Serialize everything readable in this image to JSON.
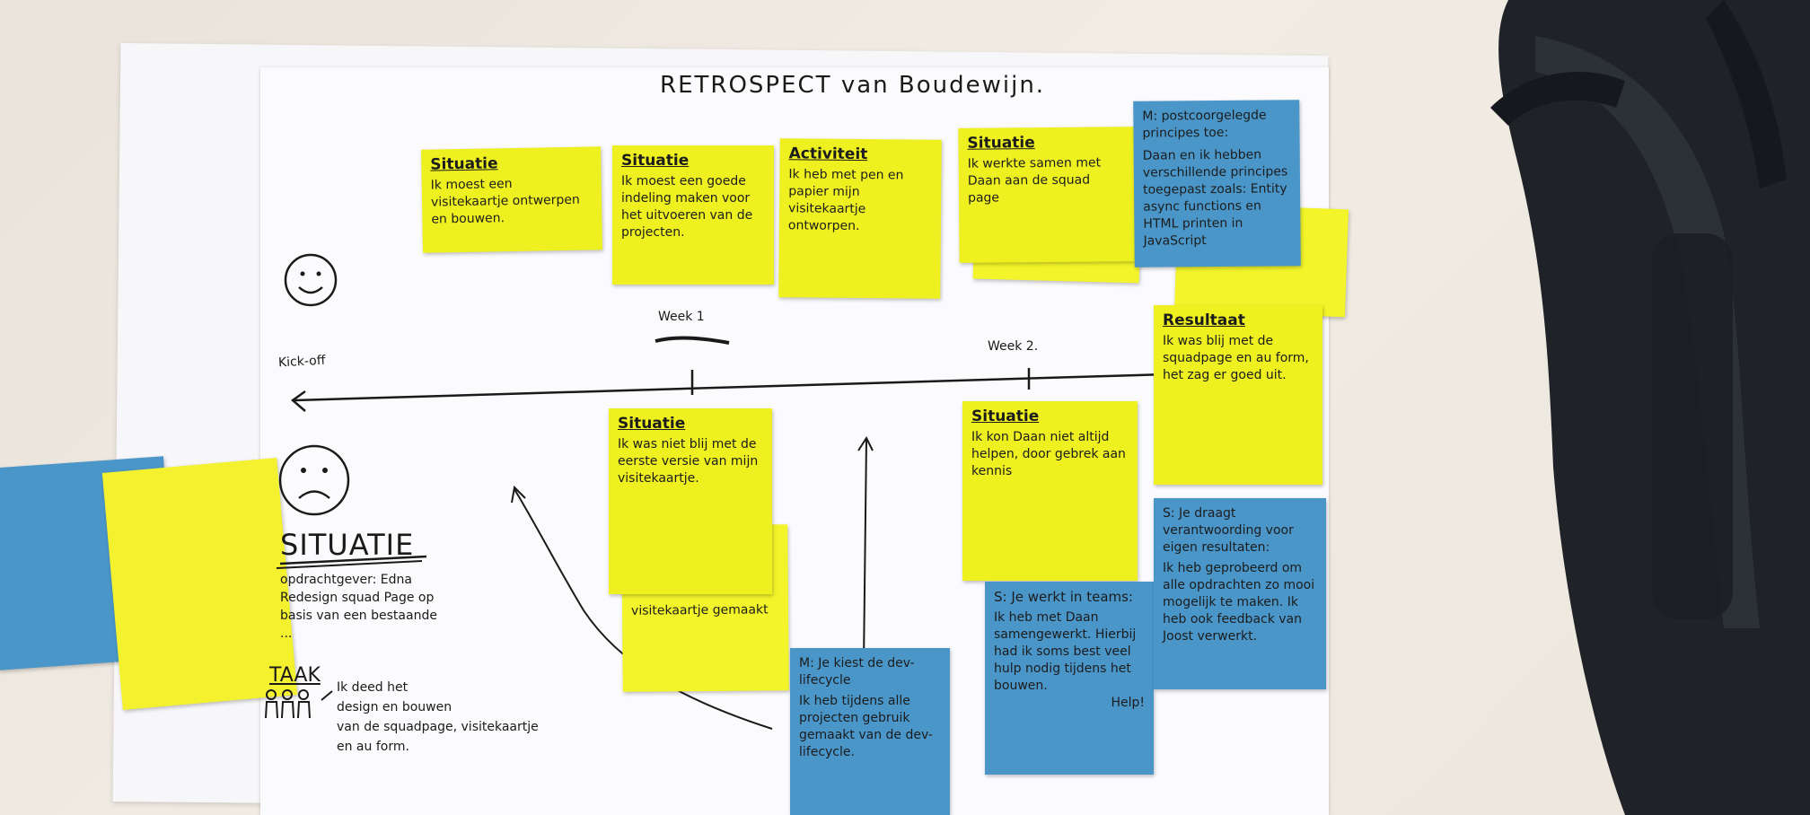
{
  "poster": {
    "title": "RETROSPECT van Boudewijn.",
    "timeline": {
      "start": "Kick-off",
      "week1": "Week 1",
      "week2": "Week 2."
    },
    "situatie_heading": "SITUATIE",
    "situatie_text": "opdrachtgever: Edna\nRedesign squad Page op\nbasis van een bestaande\n...",
    "taak_heading": "TAAK",
    "taak_text": "Ik deed het\ndesign en bouwen\nvan de squadpage, visitekaartje\nen au form."
  },
  "notes": {
    "n1": {
      "heading": "Situatie",
      "body": "Ik moest een visitekaartje ontwerpen en bouwen."
    },
    "n2": {
      "heading": "Situatie",
      "body": "Ik moest een goede indeling maken voor het uitvoeren van de projecten."
    },
    "n3": {
      "heading": "Activiteit",
      "body": "Ik heb met pen en papier mijn visitekaartje ontworpen."
    },
    "n4": {
      "heading": "Situatie",
      "body": "Ik werkte samen met Daan aan de squad page"
    },
    "n5": {
      "heading": "",
      "body": "Daan en ik hebben verschillende principes toegepast zoals: Entity async functions en HTML printen in JavaScript"
    },
    "n5_prefix": "M: postcoorgelegde principes toe:",
    "n6": {
      "heading": "Resultaat",
      "body": "Ik was blij met de squadpage en au form, het zag er goed uit."
    },
    "n7": {
      "heading": "Situatie",
      "body": "Ik was niet blij met de eerste versie van mijn visitekaartje."
    },
    "n8": {
      "heading": "",
      "body": "visitekaartje gemaakt"
    },
    "n9": {
      "heading": "Situatie",
      "body": "Ik kon Daan niet altijd helpen, door gebrek aan kennis"
    },
    "n10": {
      "heading": "S: Je werkt in teams:",
      "body": "Ik heb met Daan samengewerkt. Hierbij had ik soms best veel hulp nodig tijdens het bouwen."
    },
    "n10_help": "Help!",
    "n11": {
      "heading": "S: Je draagt verantwoording voor eigen resultaten:",
      "body": "Ik heb geprobeerd om alle opdrachten zo mooi mogelijk te maken. Ik heb ook feedback van Joost verwerkt."
    },
    "n12": {
      "heading": "M: Je kiest de dev-lifecycle",
      "body": "Ik heb tijdens alle projecten gebruik gemaakt van de dev-lifecycle."
    }
  },
  "colors": {
    "yellow": "#eef11f",
    "blue": "#4a96c9",
    "paper": "#fbfbfd",
    "ink": "#1a1a1a"
  }
}
